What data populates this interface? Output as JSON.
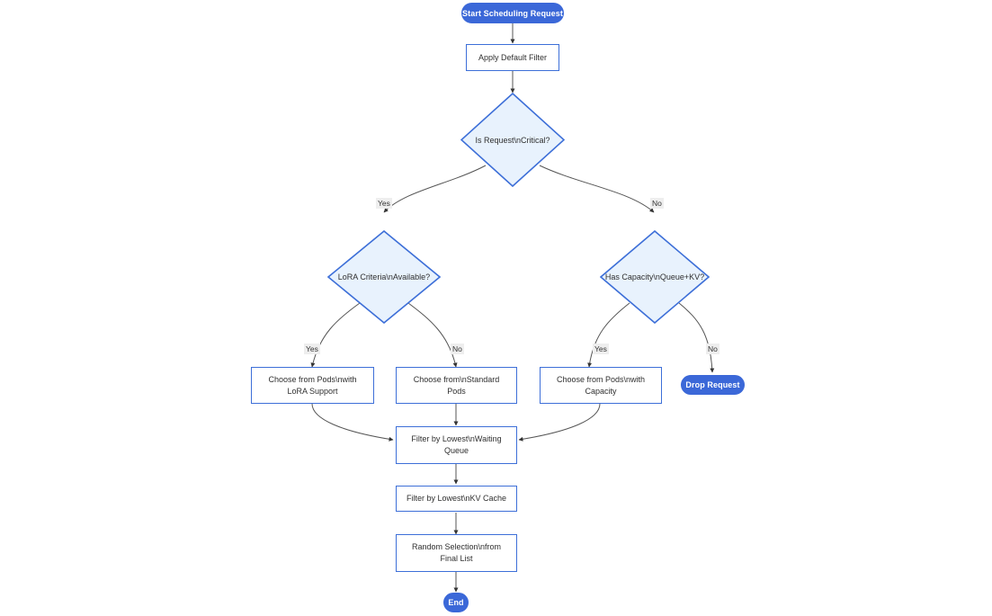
{
  "diagram": {
    "type": "flowchart",
    "title": "Scheduling Request Flowchart",
    "colors": {
      "terminator_fill": "#3b68d8",
      "terminator_text": "#ffffff",
      "process_border": "#3d6fd8",
      "process_fill": "#ffffff",
      "decision_fill": "#e8f2fd",
      "decision_border": "#3d6fd8",
      "edge_stroke": "#555555",
      "edge_label_bg": "#eeeeee",
      "text": "#2f2f2f"
    },
    "nodes": [
      {
        "id": "start",
        "shape": "terminator",
        "label": "Start Scheduling Request"
      },
      {
        "id": "apply_filter",
        "shape": "process",
        "label": "Apply Default Filter"
      },
      {
        "id": "is_critical",
        "shape": "decision",
        "label": "Is Request\\nCritical?"
      },
      {
        "id": "lora_crit",
        "shape": "decision",
        "label": "LoRA Criteria\\nAvailable?"
      },
      {
        "id": "has_capacity",
        "shape": "decision",
        "label": "Has Capacity\\nQueue+KV?"
      },
      {
        "id": "pods_lora",
        "shape": "process",
        "label": "Choose from Pods\\nwith LoRA Support"
      },
      {
        "id": "pods_std",
        "shape": "process",
        "label": "Choose from\\nStandard Pods"
      },
      {
        "id": "pods_cap",
        "shape": "process",
        "label": "Choose from Pods\\nwith Capacity"
      },
      {
        "id": "drop",
        "shape": "terminator",
        "label": "Drop Request"
      },
      {
        "id": "filter_queue",
        "shape": "process",
        "label": "Filter by Lowest\\nWaiting Queue"
      },
      {
        "id": "filter_kv",
        "shape": "process",
        "label": "Filter by Lowest\\nKV Cache"
      },
      {
        "id": "random_sel",
        "shape": "process",
        "label": "Random Selection\\nfrom Final List"
      },
      {
        "id": "end",
        "shape": "terminator",
        "label": "End"
      }
    ],
    "edges": [
      {
        "from": "start",
        "to": "apply_filter",
        "label": ""
      },
      {
        "from": "apply_filter",
        "to": "is_critical",
        "label": ""
      },
      {
        "from": "is_critical",
        "to": "lora_crit",
        "label": "Yes"
      },
      {
        "from": "is_critical",
        "to": "has_capacity",
        "label": "No"
      },
      {
        "from": "lora_crit",
        "to": "pods_lora",
        "label": "Yes"
      },
      {
        "from": "lora_crit",
        "to": "pods_std",
        "label": "No"
      },
      {
        "from": "has_capacity",
        "to": "pods_cap",
        "label": "Yes"
      },
      {
        "from": "has_capacity",
        "to": "drop",
        "label": "No"
      },
      {
        "from": "pods_lora",
        "to": "filter_queue",
        "label": ""
      },
      {
        "from": "pods_std",
        "to": "filter_queue",
        "label": ""
      },
      {
        "from": "pods_cap",
        "to": "filter_queue",
        "label": ""
      },
      {
        "from": "filter_queue",
        "to": "filter_kv",
        "label": ""
      },
      {
        "from": "filter_kv",
        "to": "random_sel",
        "label": ""
      },
      {
        "from": "random_sel",
        "to": "end",
        "label": ""
      }
    ],
    "edge_labels": {
      "critical_yes": "Yes",
      "critical_no": "No",
      "lora_yes": "Yes",
      "lora_no": "No",
      "capacity_yes": "Yes",
      "capacity_no": "No"
    },
    "node_text": {
      "start": "Start Scheduling Request",
      "apply_filter": "Apply Default Filter",
      "is_critical": "Is Request\\nCritical?",
      "lora_crit": "LoRA Criteria\\nAvailable?",
      "has_capacity": "Has Capacity\\nQueue+KV?",
      "pods_lora_line1": "Choose from Pods\\nwith",
      "pods_lora_line2": "LoRA Support",
      "pods_std_line1": "Choose from\\nStandard",
      "pods_std_line2": "Pods",
      "pods_cap_line1": "Choose from Pods\\nwith",
      "pods_cap_line2": "Capacity",
      "drop": "Drop Request",
      "filter_queue_line1": "Filter by Lowest\\nWaiting",
      "filter_queue_line2": "Queue",
      "filter_kv": "Filter by Lowest\\nKV Cache",
      "random_sel_line1": "Random Selection\\nfrom",
      "random_sel_line2": "Final List",
      "end": "End"
    }
  }
}
